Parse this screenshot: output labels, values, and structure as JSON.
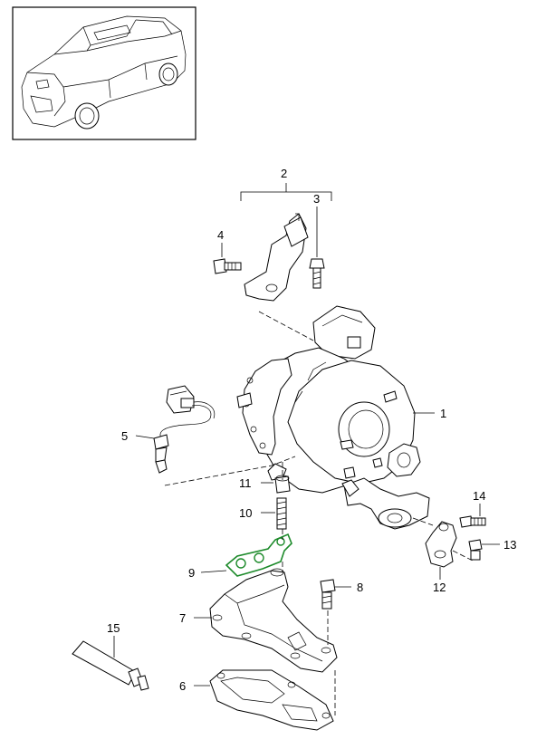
{
  "diagram": {
    "callouts": [
      {
        "id": "1",
        "text": "1"
      },
      {
        "id": "2",
        "text": "2"
      },
      {
        "id": "3",
        "text": "3"
      },
      {
        "id": "4",
        "text": "4"
      },
      {
        "id": "5",
        "text": "5"
      },
      {
        "id": "6",
        "text": "6"
      },
      {
        "id": "7",
        "text": "7"
      },
      {
        "id": "8",
        "text": "8"
      },
      {
        "id": "9",
        "text": "9"
      },
      {
        "id": "10",
        "text": "10"
      },
      {
        "id": "11",
        "text": "11"
      },
      {
        "id": "12",
        "text": "12"
      },
      {
        "id": "13",
        "text": "13"
      },
      {
        "id": "14",
        "text": "14"
      },
      {
        "id": "15",
        "text": "15"
      }
    ],
    "highlight_color": "#1c8a2a",
    "highlighted_part": "9"
  }
}
